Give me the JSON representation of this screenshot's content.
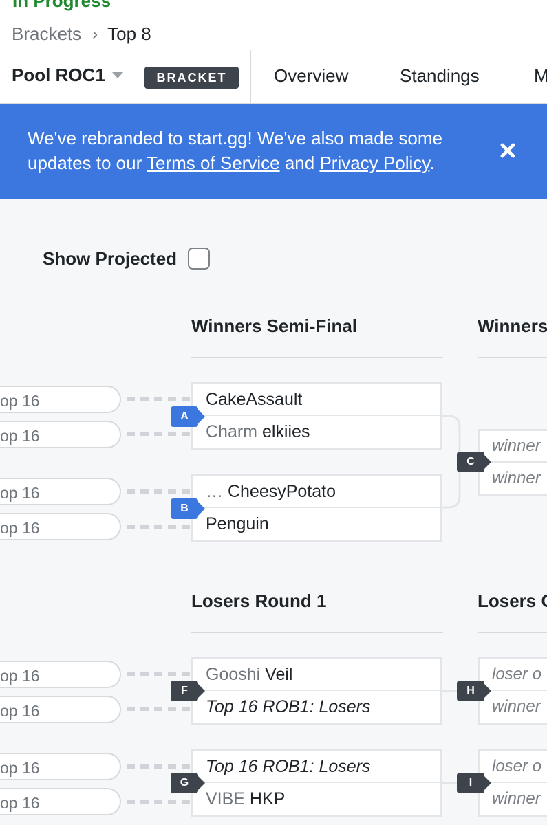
{
  "header": {
    "status": "In Progress",
    "breadcrumb": {
      "parent": "Brackets",
      "separator": "›",
      "current": "Top 8"
    }
  },
  "tabbar": {
    "pool": "Pool ROC1",
    "badge": "BRACKET",
    "tabs": [
      "Overview",
      "Standings",
      "M"
    ]
  },
  "banner": {
    "text_before": "We've rebranded to start.gg! We've also made some updates to our ",
    "link_terms": "Terms of Service",
    "text_middle": " and ",
    "link_privacy": "Privacy Policy",
    "text_after": ".",
    "close_icon": "close-icon",
    "color": "#3c77e0"
  },
  "show_projected": {
    "label": "Show Projected",
    "checked": false
  },
  "winners": {
    "title": "Winners Semi-Final",
    "next_title": "Winners",
    "sets": [
      {
        "id": "A",
        "p1_prefix": "",
        "p1": "CakeAssault",
        "p2_prefix": "Charm ",
        "p2": "elkiies"
      },
      {
        "id": "B",
        "p1_prefix": "… ",
        "p1": "CheesyPotato",
        "p2_prefix": "",
        "p2": "Penguin"
      }
    ],
    "next_set": {
      "id": "C",
      "p1": "winner",
      "p2": "winner"
    }
  },
  "losers": {
    "title": "Losers Round 1",
    "next_title": "Losers Q",
    "sets": [
      {
        "id": "F",
        "p1_prefix": "Gooshi ",
        "p1": "Veil",
        "p2_prefix": "",
        "p2": "Top 16 ROB1: Losers"
      },
      {
        "id": "G",
        "p1_prefix": "",
        "p1": "Top 16 ROB1: Losers",
        "p2_prefix": "VIBE ",
        "p2": "HKP"
      }
    ],
    "next_sets": [
      {
        "id": "H",
        "p1": "loser o",
        "p2": "winner"
      },
      {
        "id": "I",
        "p1": "loser o",
        "p2": "winner"
      }
    ]
  },
  "prev_label": "op 16"
}
